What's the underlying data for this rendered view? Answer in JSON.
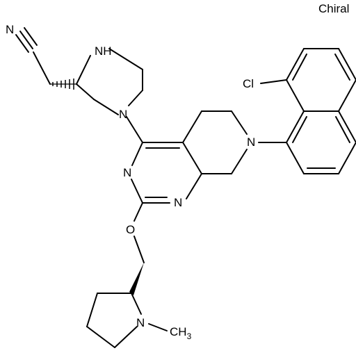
{
  "stereo_label": "Chiral",
  "atoms": {
    "n_nitrile": "N",
    "nh": "N",
    "nh_h": "H",
    "n_pip": "N",
    "cl": "Cl",
    "n_thp": "N",
    "n3": "N",
    "n1": "N",
    "o_ether": "O",
    "n_pyr": "N",
    "methyl": "CH",
    "methyl_sub": "3"
  }
}
